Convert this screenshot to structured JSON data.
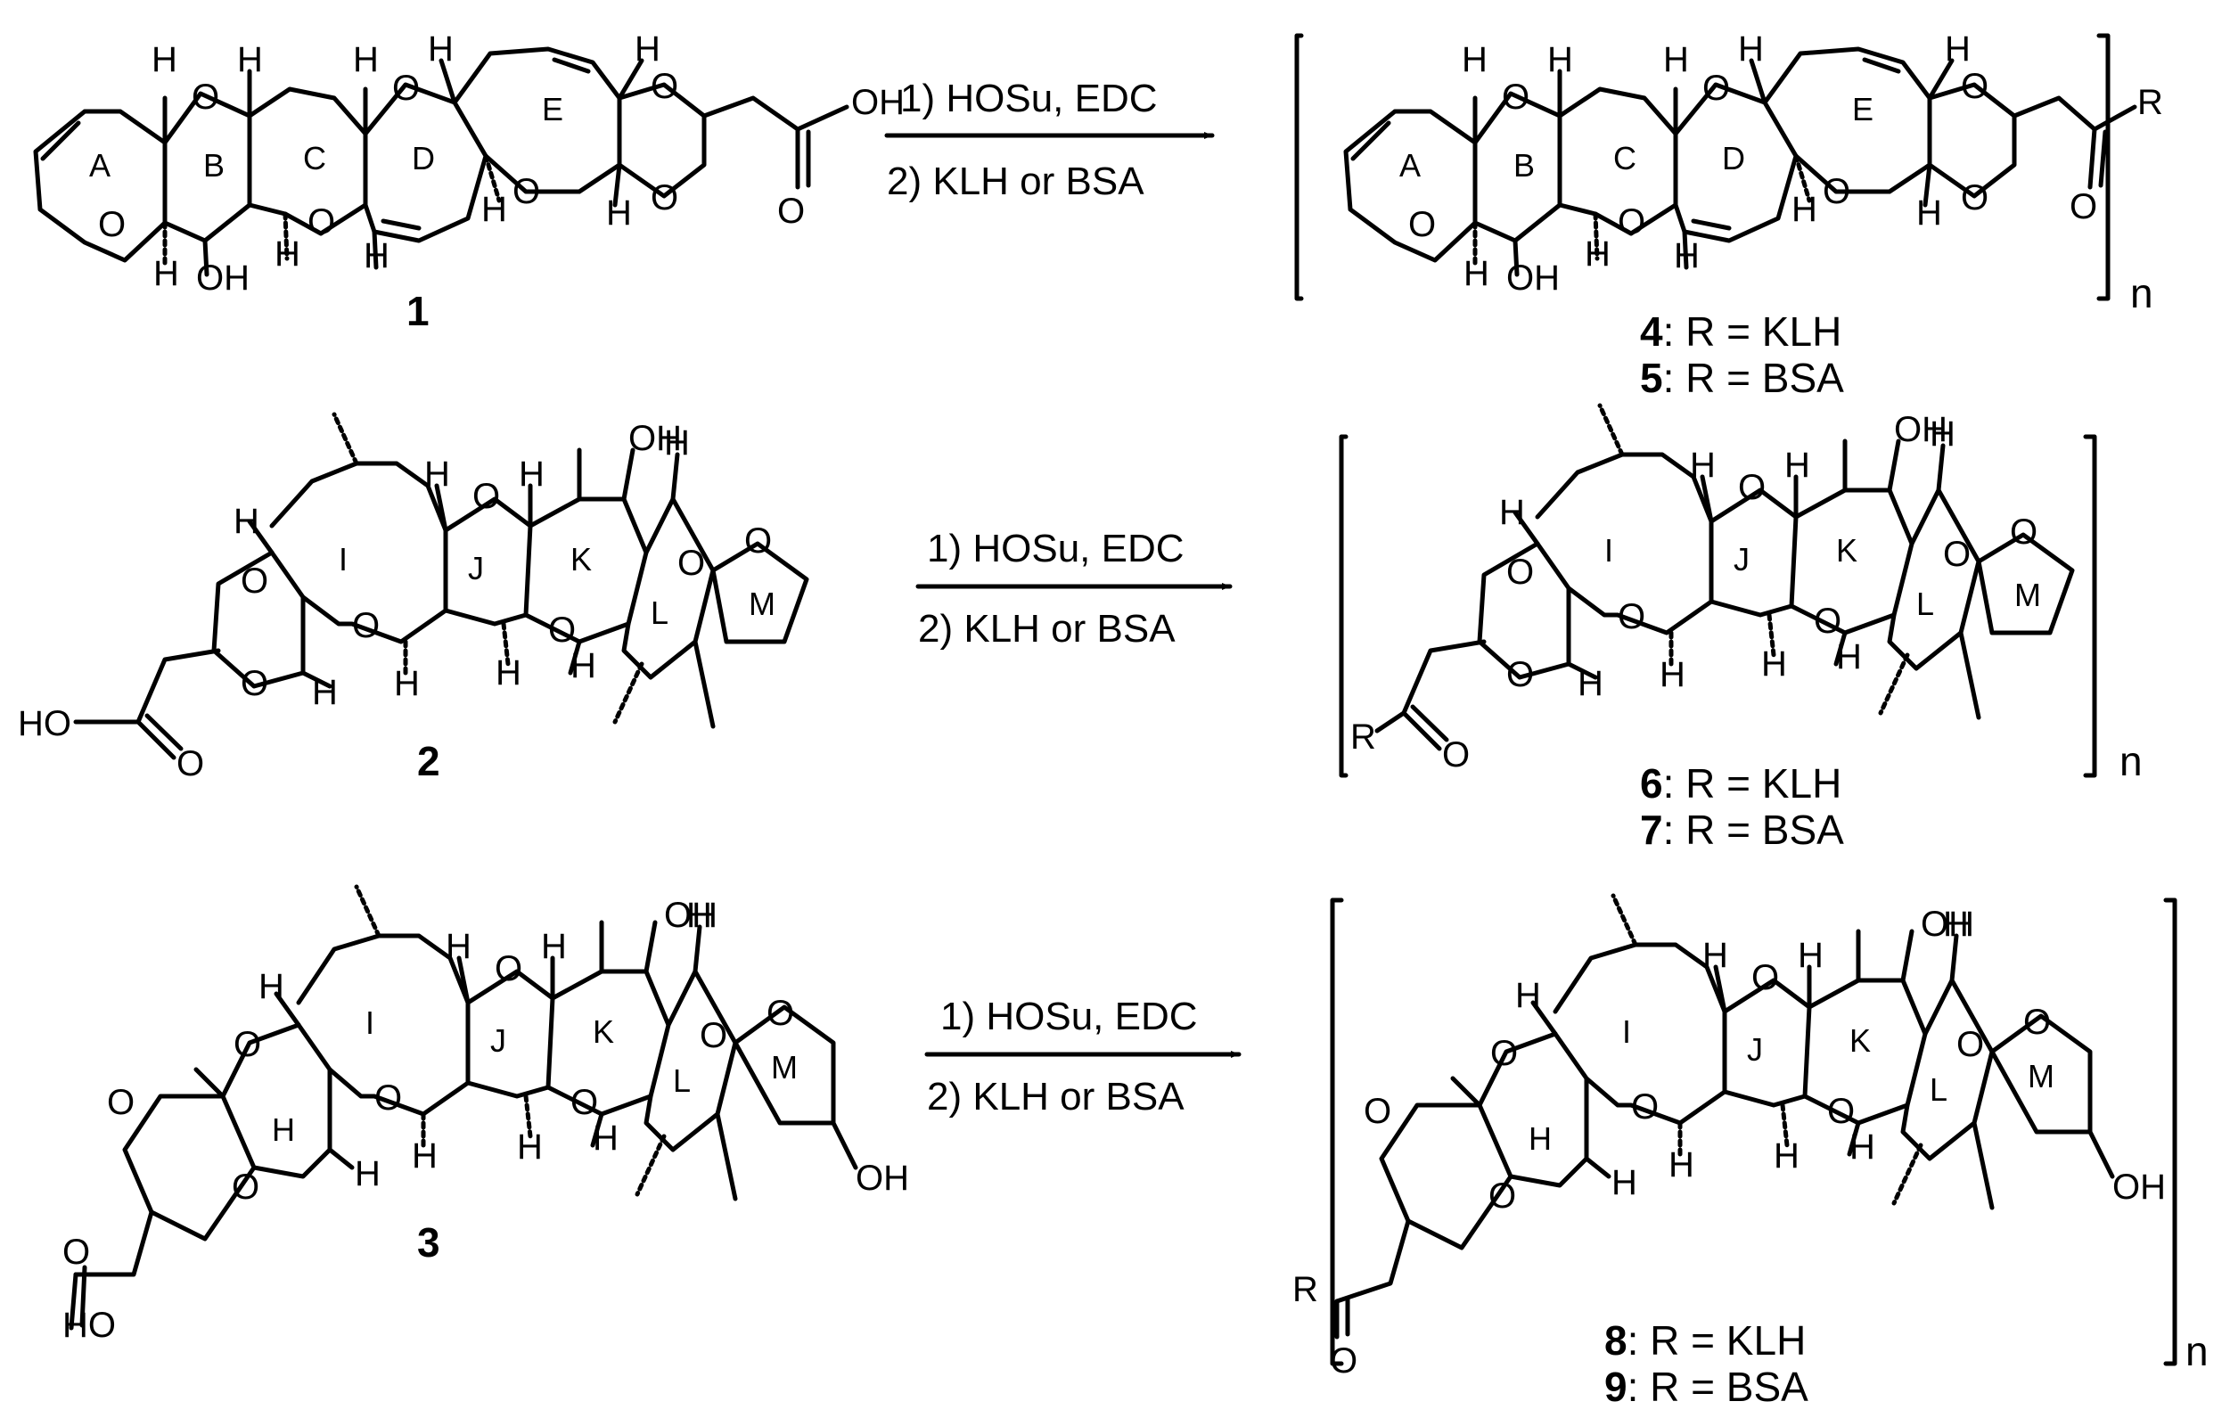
{
  "reactions": [
    {
      "step1": "1) HOSu, EDC",
      "step2": "2) KLH or BSA"
    },
    {
      "step1": "1) HOSu, EDC",
      "step2": "2) KLH or BSA"
    },
    {
      "step1": "1) HOSu, EDC",
      "step2": "2) KLH or BSA"
    }
  ],
  "compounds": {
    "c1": "1",
    "c2": "2",
    "c3": "3"
  },
  "products": [
    {
      "a_num": "4",
      "a_rest": ": R = KLH",
      "b_num": "5",
      "b_rest": ": R = BSA"
    },
    {
      "a_num": "6",
      "a_rest": ": R = KLH",
      "b_num": "7",
      "b_rest": ": R = BSA"
    },
    {
      "a_num": "8",
      "a_rest": ": R = KLH",
      "b_num": "9",
      "b_rest": ": R = BSA"
    }
  ],
  "repeat_index": "n",
  "atoms": {
    "H": "H",
    "O": "O",
    "OH": "OH",
    "HO": "HO",
    "R": "R"
  },
  "ring_labels": {
    "A": "A",
    "B": "B",
    "C": "C",
    "D": "D",
    "E": "E",
    "H": "H",
    "I": "I",
    "J": "J",
    "K": "K",
    "L": "L",
    "M": "M"
  }
}
